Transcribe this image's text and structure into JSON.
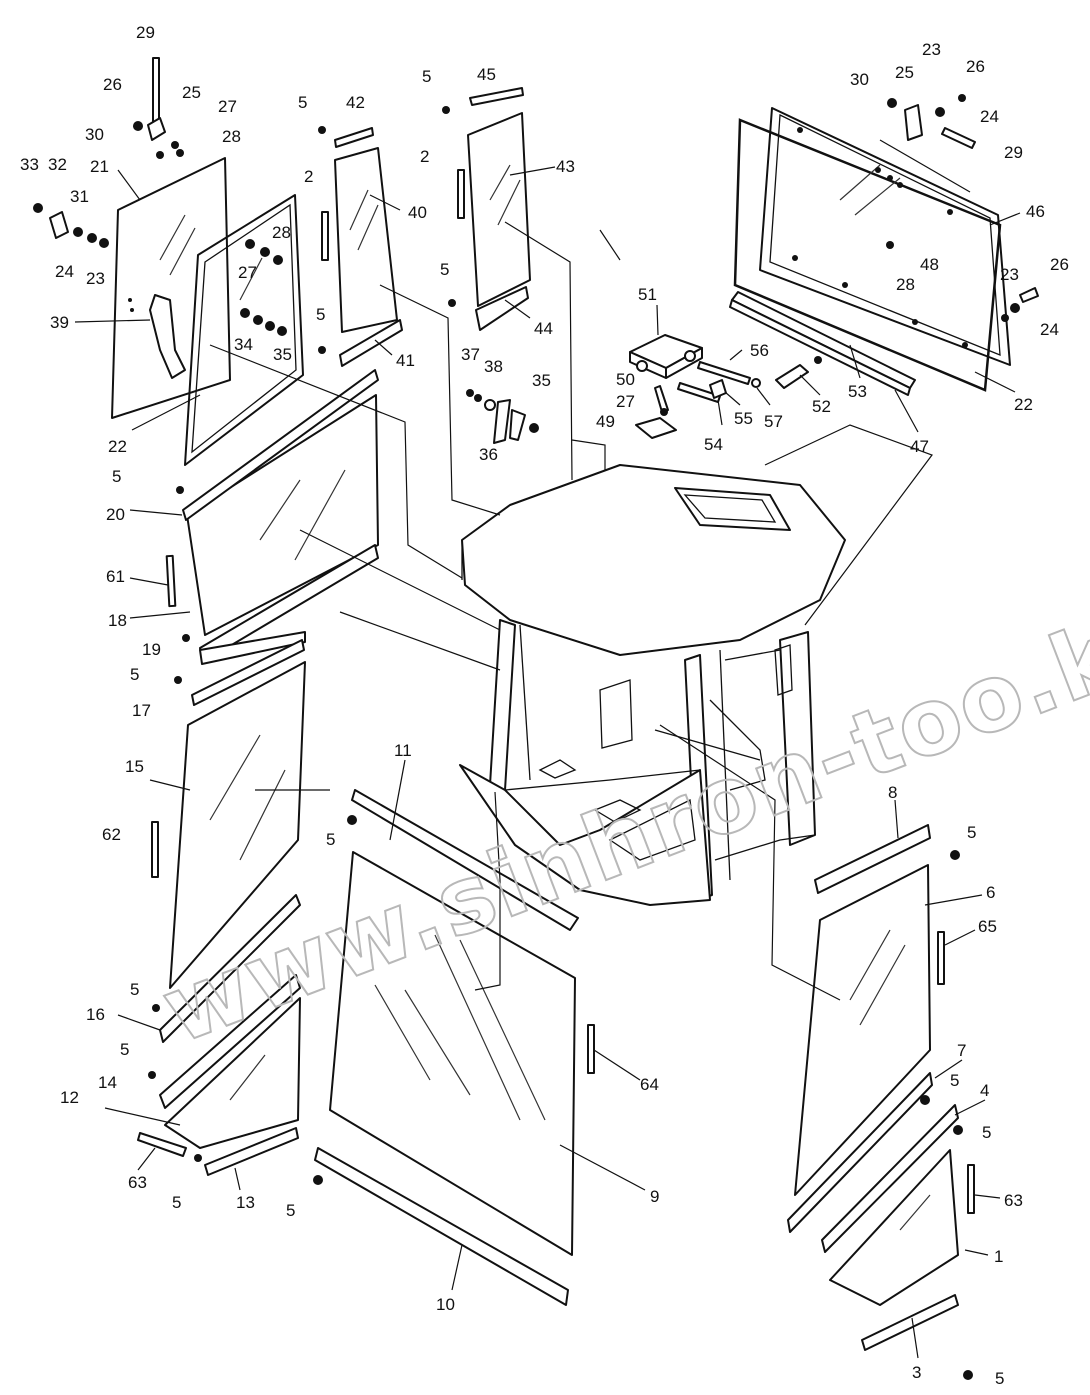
{
  "watermark": "www.sinhron-too.kz",
  "callouts": [
    "1",
    "2",
    "3",
    "4",
    "5",
    "6",
    "7",
    "8",
    "9",
    "10",
    "11",
    "12",
    "13",
    "14",
    "15",
    "16",
    "17",
    "18",
    "19",
    "20",
    "21",
    "22",
    "23",
    "24",
    "25",
    "26",
    "27",
    "28",
    "29",
    "30",
    "31",
    "32",
    "33",
    "34",
    "35",
    "36",
    "37",
    "38",
    "39",
    "40",
    "41",
    "42",
    "43",
    "44",
    "45",
    "46",
    "47",
    "48",
    "49",
    "50",
    "51",
    "52",
    "53",
    "54",
    "55",
    "56",
    "57",
    "61",
    "62",
    "63",
    "64",
    "65"
  ]
}
